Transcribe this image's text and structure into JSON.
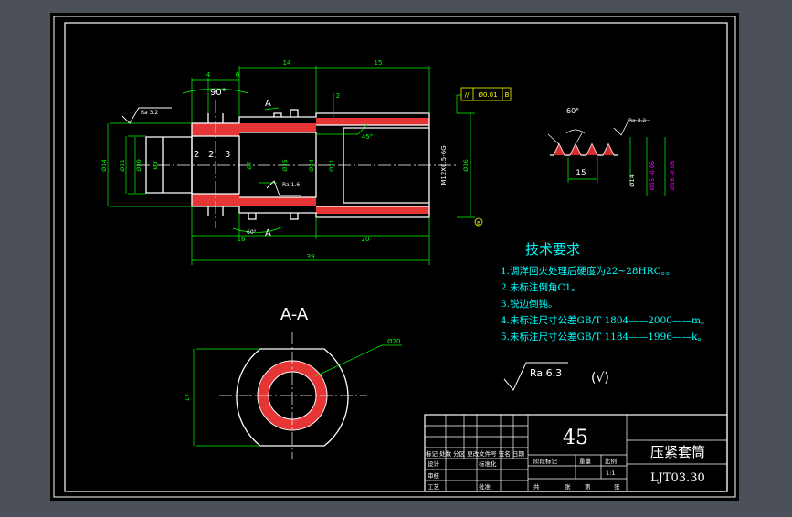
{
  "colors": {
    "background": "#4b5059",
    "sheet": "#000000",
    "border": "#ffffff",
    "outline": "#ffffff",
    "dimension": "#00ff00",
    "hatch": "#ff3b3b",
    "center_line": "#ffffff",
    "tolerance": "#ffff00",
    "note_text": "#00ffff",
    "dim_text": "#ff00ff",
    "title_text": "#ffffff"
  },
  "main_view": {
    "dims_top": [
      "4",
      "6",
      "14",
      "15"
    ],
    "angle_90": "90°",
    "section_mark": "A",
    "rough_left": "Ra 3.2",
    "chamfer_2": "2",
    "hole_pos_2a": "2",
    "hole_pos_2b": "2",
    "hole_pos_3": "3",
    "rough_bottom": "Ra 1.6",
    "angle_60_bottom": "60°",
    "dims_bottom": [
      "16",
      "20"
    ],
    "overall_length": "39",
    "dia_left_outer": "Ø14",
    "dia_left_2": "Ø11",
    "dia_left_3": "Ø10",
    "dia_bore": "Ø8",
    "dia_hole": "Ø7",
    "dia_neck": "Ø15",
    "dia_mid": "Ø14",
    "thread_label": "M12X0.5-6G",
    "dia_right": "Ø16",
    "dia_inner_right": "Ø11",
    "chamfer_label": "45°",
    "tolerance_symbol": "//",
    "tolerance_value": "Ø0.01",
    "tolerance_datum": "B",
    "datum_b": "B"
  },
  "thread_detail": {
    "angle": "60°",
    "roughness": "Ra 3.2",
    "length": "15",
    "dia_14": "Ø14",
    "dia_15a": "Ø15 -0.05",
    "dia_15b": "Ø16 -0.05"
  },
  "section_view": {
    "title": "A-A",
    "dia": "Ø20",
    "height": "17"
  },
  "notes": {
    "title": "技术要求",
    "items": [
      "1.调洋回火处理后硬度为22~28HRC。。",
      "2.未标注倒角C1。",
      "3.锐边倒钝。",
      "4.未标注尺寸公差GB/T 1804——2000——m。",
      "5.未标注尺寸公差GB/T 1184——1996——k。"
    ]
  },
  "roughness_general": {
    "value": "Ra 6.3",
    "suffix": "(√)"
  },
  "title_block": {
    "material": "45",
    "part_name": "压紧套筒",
    "drawing_number": "LJT03.30",
    "labels": {
      "rev_header": "标记 处数 分区 更改文件号 签名 日期",
      "design": "设计",
      "standardization": "标准化",
      "review": "审核",
      "process": "工艺",
      "approve": "批准",
      "stage_mark": "阶段标记",
      "weight": "重量",
      "scale": "比例",
      "scale_value": "1:1",
      "sheets_total": "共",
      "sheet": "张",
      "sheet_no": "第",
      "sheet_unit": "张"
    }
  }
}
